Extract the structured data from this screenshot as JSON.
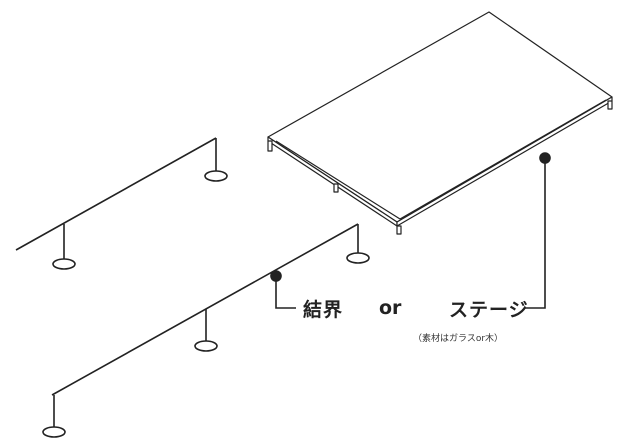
{
  "labels": {
    "kekkai": "結界",
    "or": "or",
    "stage": "ステージ",
    "material_note": "（素材はガラスor木）"
  },
  "colors": {
    "line": "#222222",
    "background": "#ffffff"
  }
}
